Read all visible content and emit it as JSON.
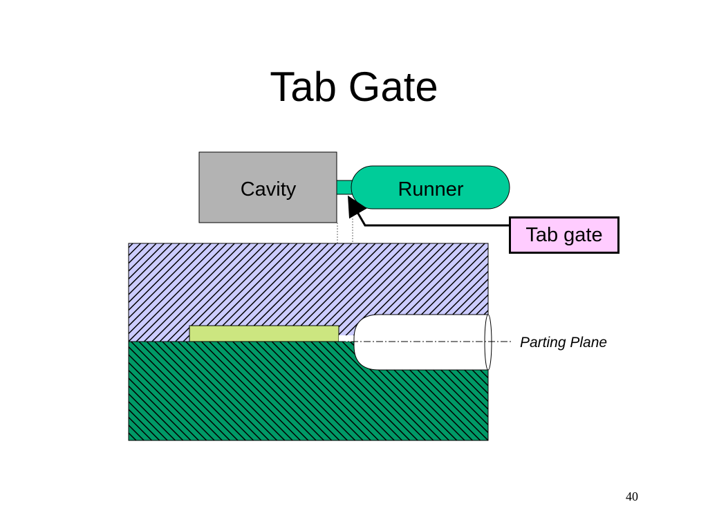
{
  "slide": {
    "title": "Tab Gate",
    "page_number": "40"
  },
  "top_view": {
    "cavity_label": "Cavity",
    "runner_label": "Runner"
  },
  "callouts": {
    "tab_gate_label": "Tab gate",
    "parting_plane_label": "Parting Plane"
  },
  "colors": {
    "cavity_fill": "#b3b3b3",
    "runner_fill": "#00cc99",
    "tab_gate_box_fill": "#ffccff",
    "upper_mold_fill": "#ccccff",
    "lower_mold_fill": "#009966",
    "part_fill": "#cce680"
  }
}
